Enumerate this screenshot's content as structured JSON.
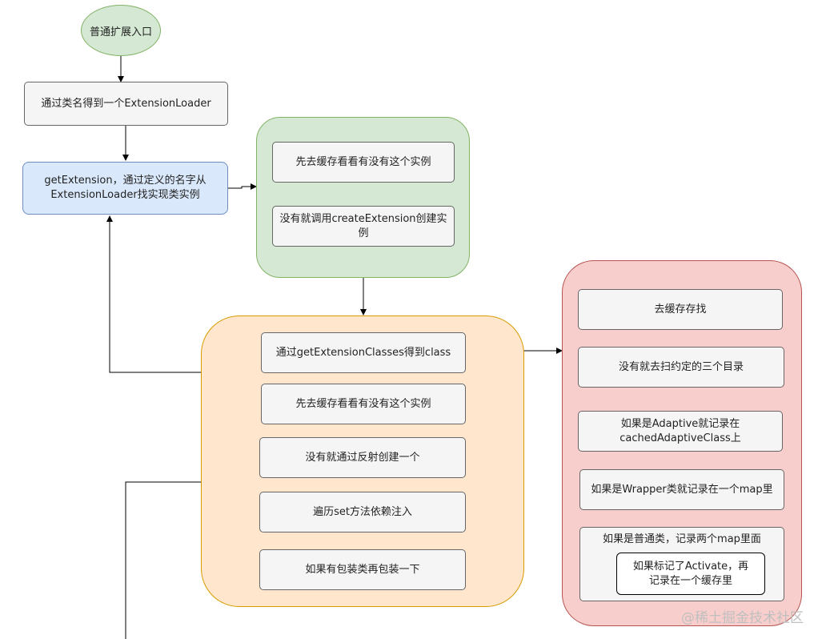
{
  "start": {
    "label": "普通扩展入口"
  },
  "main_flow": {
    "get_loader": "通过类名得到一个ExtensionLoader",
    "get_extension": "getExtension，通过定义的名字从ExtensionLoader找实现类实例"
  },
  "green_group": {
    "step1": "先去缓存看看有没有这个实例",
    "step2": "没有就调用createExtension创建实例"
  },
  "orange_group": {
    "step1": "通过getExtensionClasses得到class",
    "step2": "先去缓存看看有没有这个实例",
    "step3": "没有就通过反射创建一个",
    "step4": "遍历set方法依赖注入",
    "step5": "如果有包装类再包装一下"
  },
  "red_group": {
    "step1": "去缓存存找",
    "step2": "没有就去扫约定的三个目录",
    "step3": "如果是Adaptive就记录在cachedAdaptiveClass上",
    "step4": "如果是Wrapper类就记录在一个map里",
    "step5": "如果是普通类，记录两个map里面",
    "step5_inner": "如果标记了Activate，再记录在一个缓存里"
  },
  "watermark": {
    "text": "@稀土掘金技术社区"
  }
}
